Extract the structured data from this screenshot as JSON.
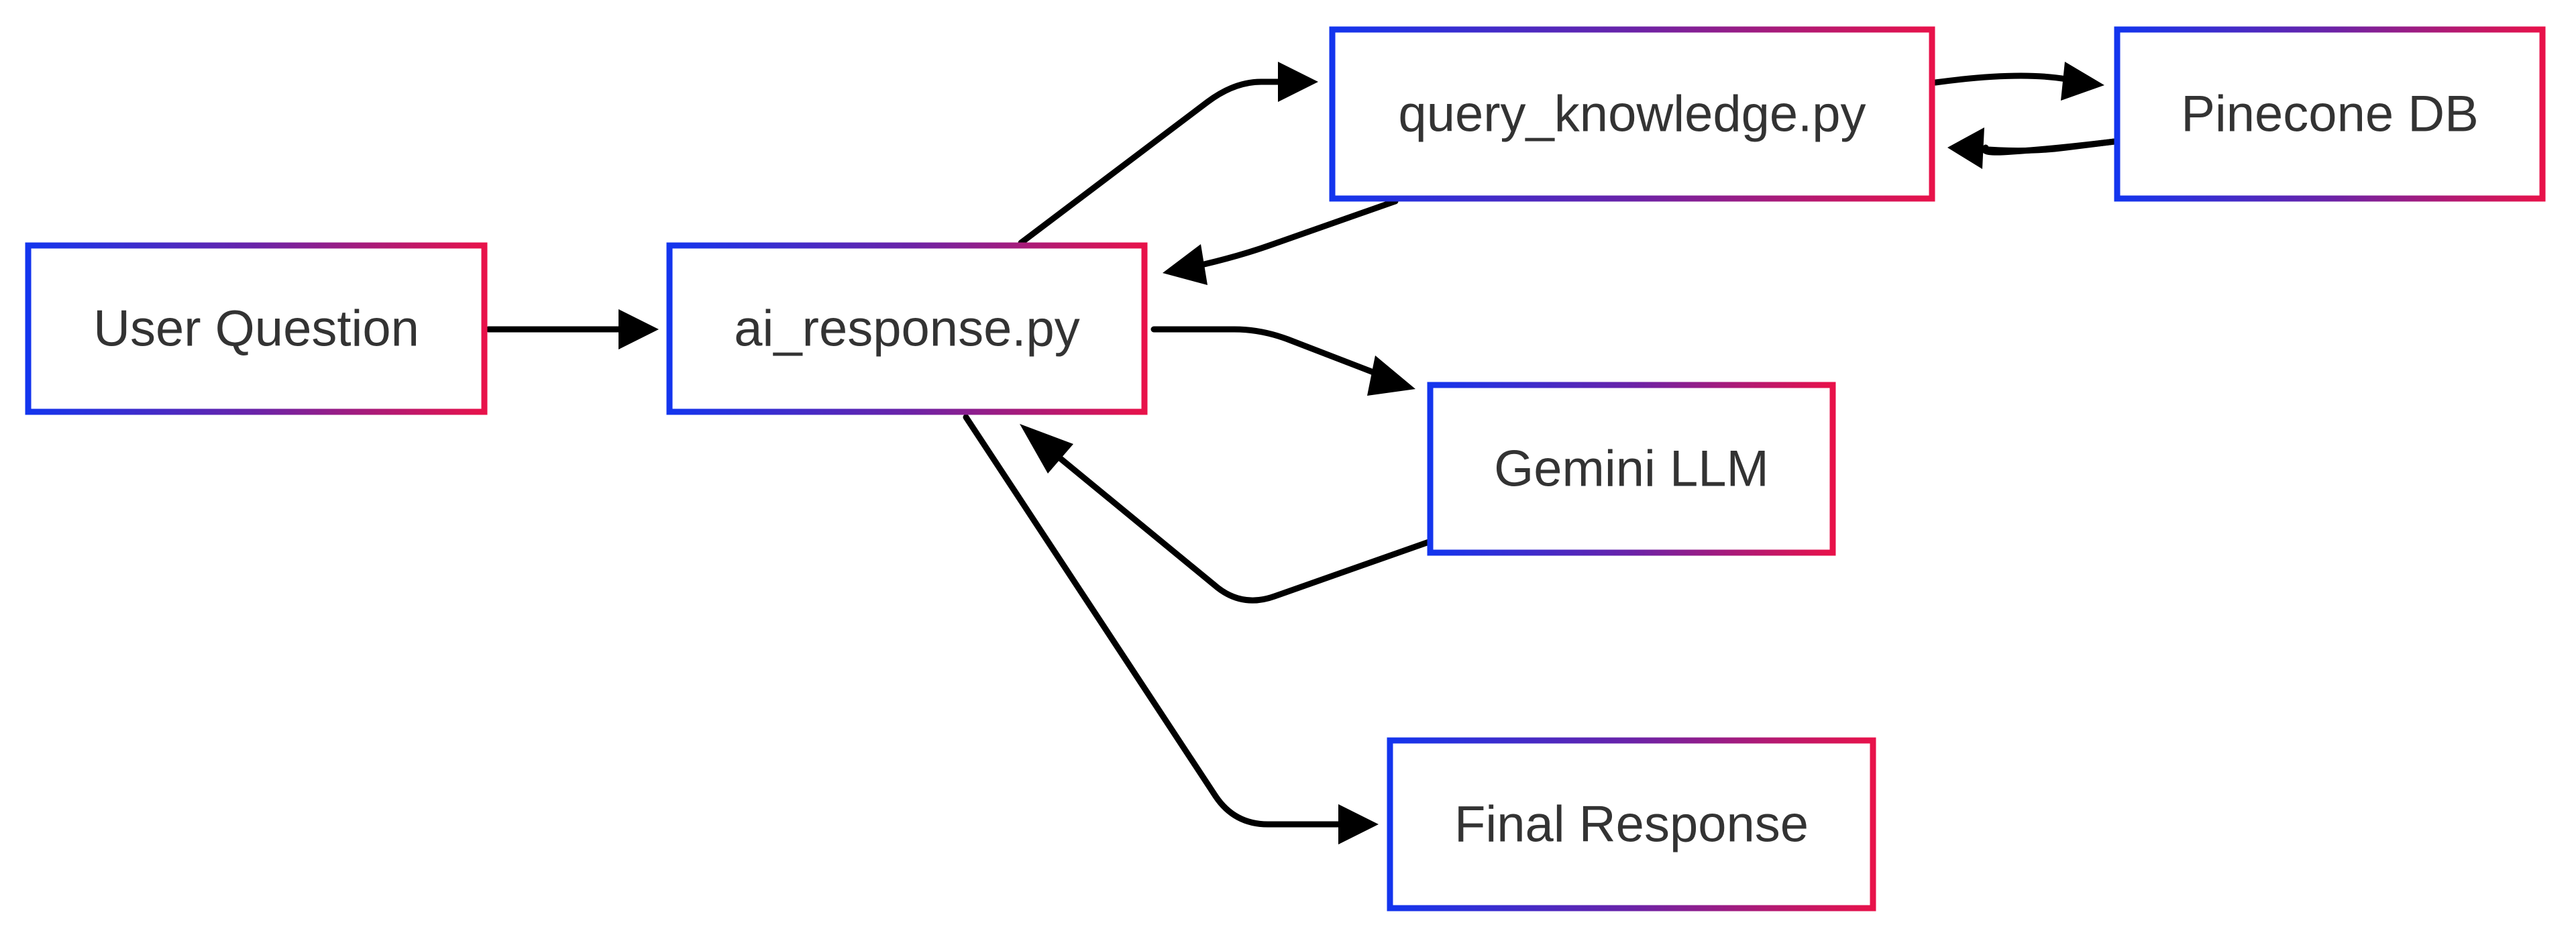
{
  "colors": {
    "border_gradient_start": "#1335ee",
    "border_gradient_mid": "#6a23a8",
    "border_gradient_end": "#e8124a",
    "node_fill": "#ffffff",
    "text": "#333333",
    "edge": "#000000"
  },
  "nodes": {
    "user_question": {
      "label": "User Question"
    },
    "ai_response": {
      "label": "ai_response.py"
    },
    "query_knowledge": {
      "label": "query_knowledge.py"
    },
    "pinecone_db": {
      "label": "Pinecone DB"
    },
    "gemini_llm": {
      "label": "Gemini LLM"
    },
    "final_response": {
      "label": "Final Response"
    }
  },
  "edges": [
    {
      "from": "User Question",
      "to": "ai_response.py"
    },
    {
      "from": "ai_response.py",
      "to": "query_knowledge.py"
    },
    {
      "from": "query_knowledge.py",
      "to": "Pinecone DB"
    },
    {
      "from": "Pinecone DB",
      "to": "query_knowledge.py"
    },
    {
      "from": "query_knowledge.py",
      "to": "ai_response.py"
    },
    {
      "from": "ai_response.py",
      "to": "Gemini LLM"
    },
    {
      "from": "Gemini LLM",
      "to": "ai_response.py"
    },
    {
      "from": "ai_response.py",
      "to": "Final Response"
    }
  ]
}
